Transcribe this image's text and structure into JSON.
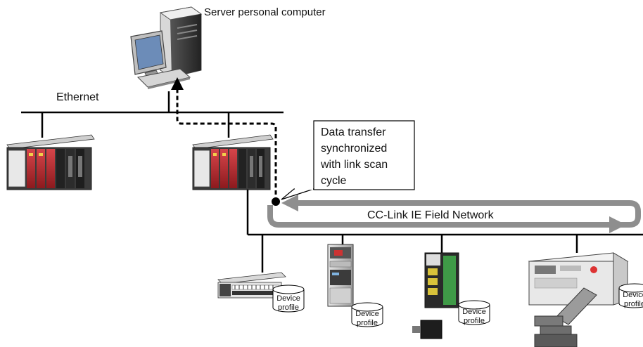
{
  "labels": {
    "server": "Server personal computer",
    "ethernet": "Ethernet",
    "callout_line1": "Data transfer",
    "callout_line2": "synchronized",
    "callout_line3": "with link scan",
    "callout_line4": "cycle",
    "network": "CC-Link IE Field Network"
  },
  "profiles": [
    {
      "line1": "Device",
      "line2": "profile"
    },
    {
      "line1": "Device",
      "line2": "profile"
    },
    {
      "line1": "Device",
      "line2": "profile"
    },
    {
      "line1": "Device",
      "line2": "profile"
    }
  ],
  "colors": {
    "network_arrow": "#8e8e8e",
    "plc_red": "#b3262a",
    "bus_line": "#000000"
  },
  "icons": [
    "server-computer-icon",
    "plc-icon",
    "io-module-icon",
    "inverter-icon",
    "servo-amplifier-icon",
    "servo-motor-icon",
    "robot-icon",
    "device-profile-icon"
  ]
}
